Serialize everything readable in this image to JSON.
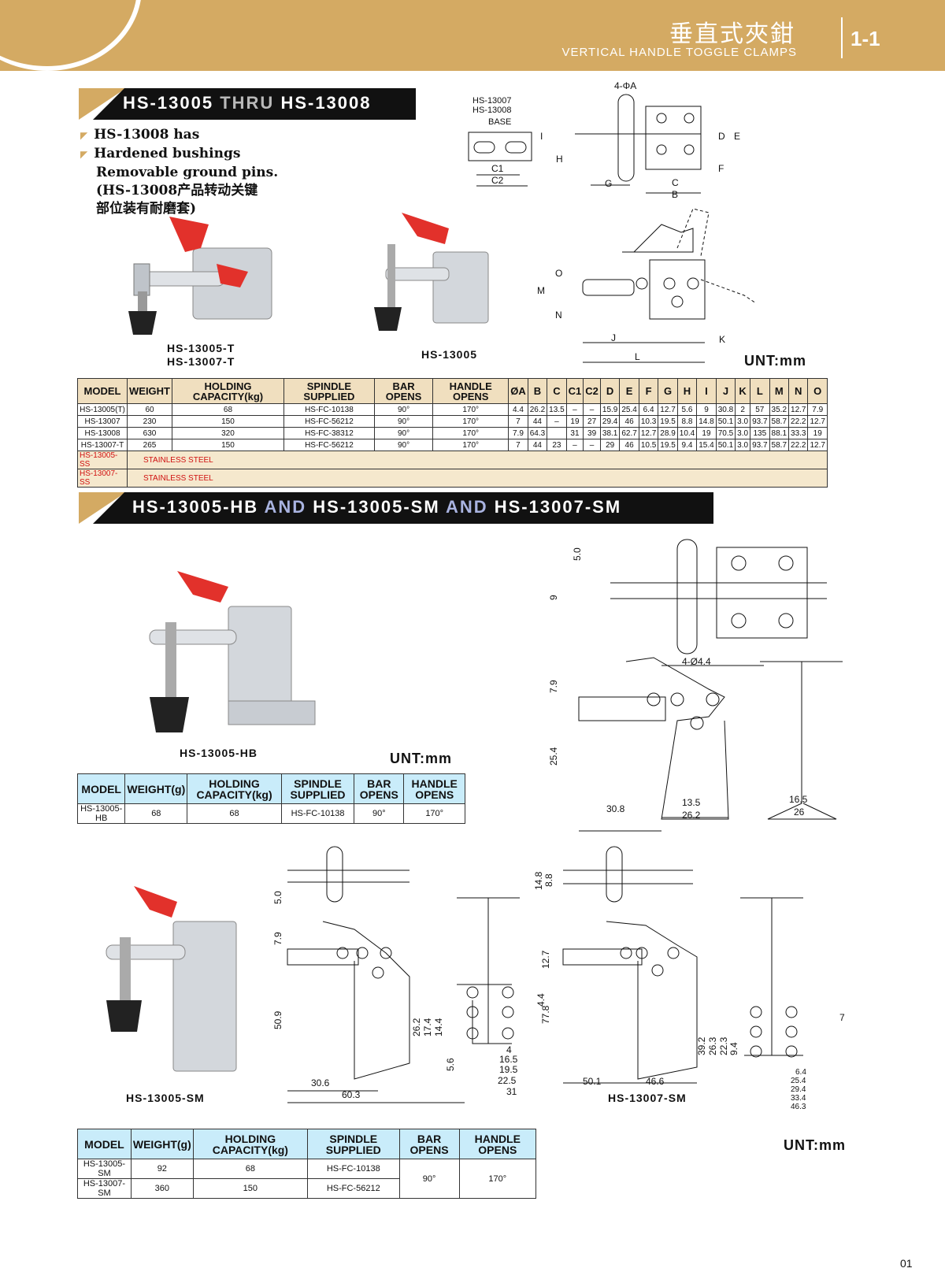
{
  "header": {
    "title_cn": "垂直式夾鉗",
    "title_en": "VERTICAL HANDLE TOGGLE CLAMPS",
    "section_number": "1-1"
  },
  "section1": {
    "banner": {
      "part1": "HS-13005",
      "part2": "THRU",
      "part3": "HS-13008"
    },
    "notes": [
      "HS-13008 has",
      "Hardened bushings",
      "Removable ground pins.",
      "(HS-13008产品转动关键",
      "部位装有耐磨套)"
    ],
    "photo_captions": [
      "HS-13005-T",
      "HS-13007-T",
      "HS-13005"
    ],
    "drawing_labels": {
      "base_title": "HS-13007\nHS-13008",
      "base": "BASE",
      "c1": "C1",
      "c2": "C2",
      "hole": "4-ΦA",
      "letters": [
        "I",
        "H",
        "G",
        "C",
        "B",
        "D",
        "E",
        "F",
        "O",
        "M",
        "N",
        "J",
        "L",
        "K"
      ]
    },
    "unit": "UNT:mm",
    "table": {
      "headers": [
        "MODEL",
        "WEIGHT",
        "HOLDING CAPACITY(kg)",
        "SPINDLE SUPPLIED",
        "BAR OPENS",
        "HANDLE OPENS",
        "ØA",
        "B",
        "C",
        "C1",
        "C2",
        "D",
        "E",
        "F",
        "G",
        "H",
        "I",
        "J",
        "K",
        "L",
        "M",
        "N",
        "O"
      ],
      "rows": [
        [
          "HS-13005(T)",
          "60",
          "68",
          "HS-FC-10138",
          "90°",
          "170°",
          "4.4",
          "26.2",
          "13.5",
          "–",
          "–",
          "15.9",
          "25.4",
          "6.4",
          "12.7",
          "5.6",
          "9",
          "30.8",
          "2",
          "57",
          "35.2",
          "12.7",
          "7.9"
        ],
        [
          "HS-13007",
          "230",
          "150",
          "HS-FC-56212",
          "90°",
          "170°",
          "7",
          "44",
          "–",
          "19",
          "27",
          "29.4",
          "46",
          "10.3",
          "19.5",
          "8.8",
          "14.8",
          "50.1",
          "3.0",
          "93.7",
          "58.7",
          "22.2",
          "12.7"
        ],
        [
          "HS-13008",
          "630",
          "320",
          "HS-FC-38312",
          "90°",
          "170°",
          "7.9",
          "64.3",
          "",
          "31",
          "39",
          "38.1",
          "62.7",
          "12.7",
          "28.9",
          "10.4",
          "19",
          "70.5",
          "3.0",
          "135",
          "88.1",
          "33.3",
          "19"
        ],
        [
          "HS-13007-T",
          "265",
          "150",
          "HS-FC-56212",
          "90°",
          "170°",
          "7",
          "44",
          "23",
          "–",
          "–",
          "29",
          "46",
          "10.5",
          "19.5",
          "9.4",
          "15.4",
          "50.1",
          "3.0",
          "93.7",
          "58.7",
          "22.2",
          "12.7"
        ]
      ],
      "ss_rows": [
        [
          "HS-13005-SS",
          "STAINLESS STEEL"
        ],
        [
          "HS-13007-SS",
          "STAINLESS STEEL"
        ]
      ]
    }
  },
  "section2": {
    "banner": {
      "part1": "HS-13005-HB",
      "and1": "AND",
      "part2": "HS-13005-SM",
      "and2": "AND",
      "part3": "HS-13007-SM"
    },
    "hb_caption": "HS-13005-HB",
    "unit": "UNT:mm",
    "hb_dims": [
      "5.0",
      "9",
      "4-Ø4.4",
      "7.9",
      "25.4",
      "30.8",
      "13.5",
      "26.2",
      "16.5",
      "26"
    ],
    "hb_table": {
      "headers": [
        "MODEL",
        "WEIGHT(g)",
        "HOLDING CAPACITY(kg)",
        "SPINDLE SUPPLIED",
        "BAR OPENS",
        "HANDLE OPENS"
      ],
      "rows": [
        [
          "HS-13005-HB",
          "68",
          "68",
          "HS-FC-10138",
          "90°",
          "170°"
        ]
      ]
    },
    "sm_caption": "HS-13005-SM",
    "sm7_caption": "HS-13007-SM",
    "sm_dims": [
      "5.0",
      "7.9",
      "50.9",
      "30.6",
      "60.3",
      "26.2",
      "17.4",
      "14.4",
      "5.6",
      "4.4",
      "4",
      "16.5",
      "19.5",
      "22.5",
      "31"
    ],
    "sm7_dims": [
      "14.8",
      "8.8",
      "12.7",
      "77.8",
      "50.1",
      "46.6",
      "39.2",
      "26.3",
      "22.3",
      "9.4",
      "7",
      "6.4",
      "25.4",
      "29.4",
      "33.4",
      "46.3"
    ],
    "sm_table": {
      "headers": [
        "MODEL",
        "WEIGHT(g)",
        "HOLDING CAPACITY(kg)",
        "SPINDLE SUPPLIED",
        "BAR OPENS",
        "HANDLE OPENS"
      ],
      "rows": [
        [
          "HS-13005-SM",
          "92",
          "68",
          "HS-FC-10138"
        ],
        [
          "HS-13007-SM",
          "360",
          "150",
          "HS-FC-56212"
        ]
      ],
      "shared": [
        "90°",
        "170°"
      ]
    }
  },
  "footer": {
    "page_number": "01"
  }
}
